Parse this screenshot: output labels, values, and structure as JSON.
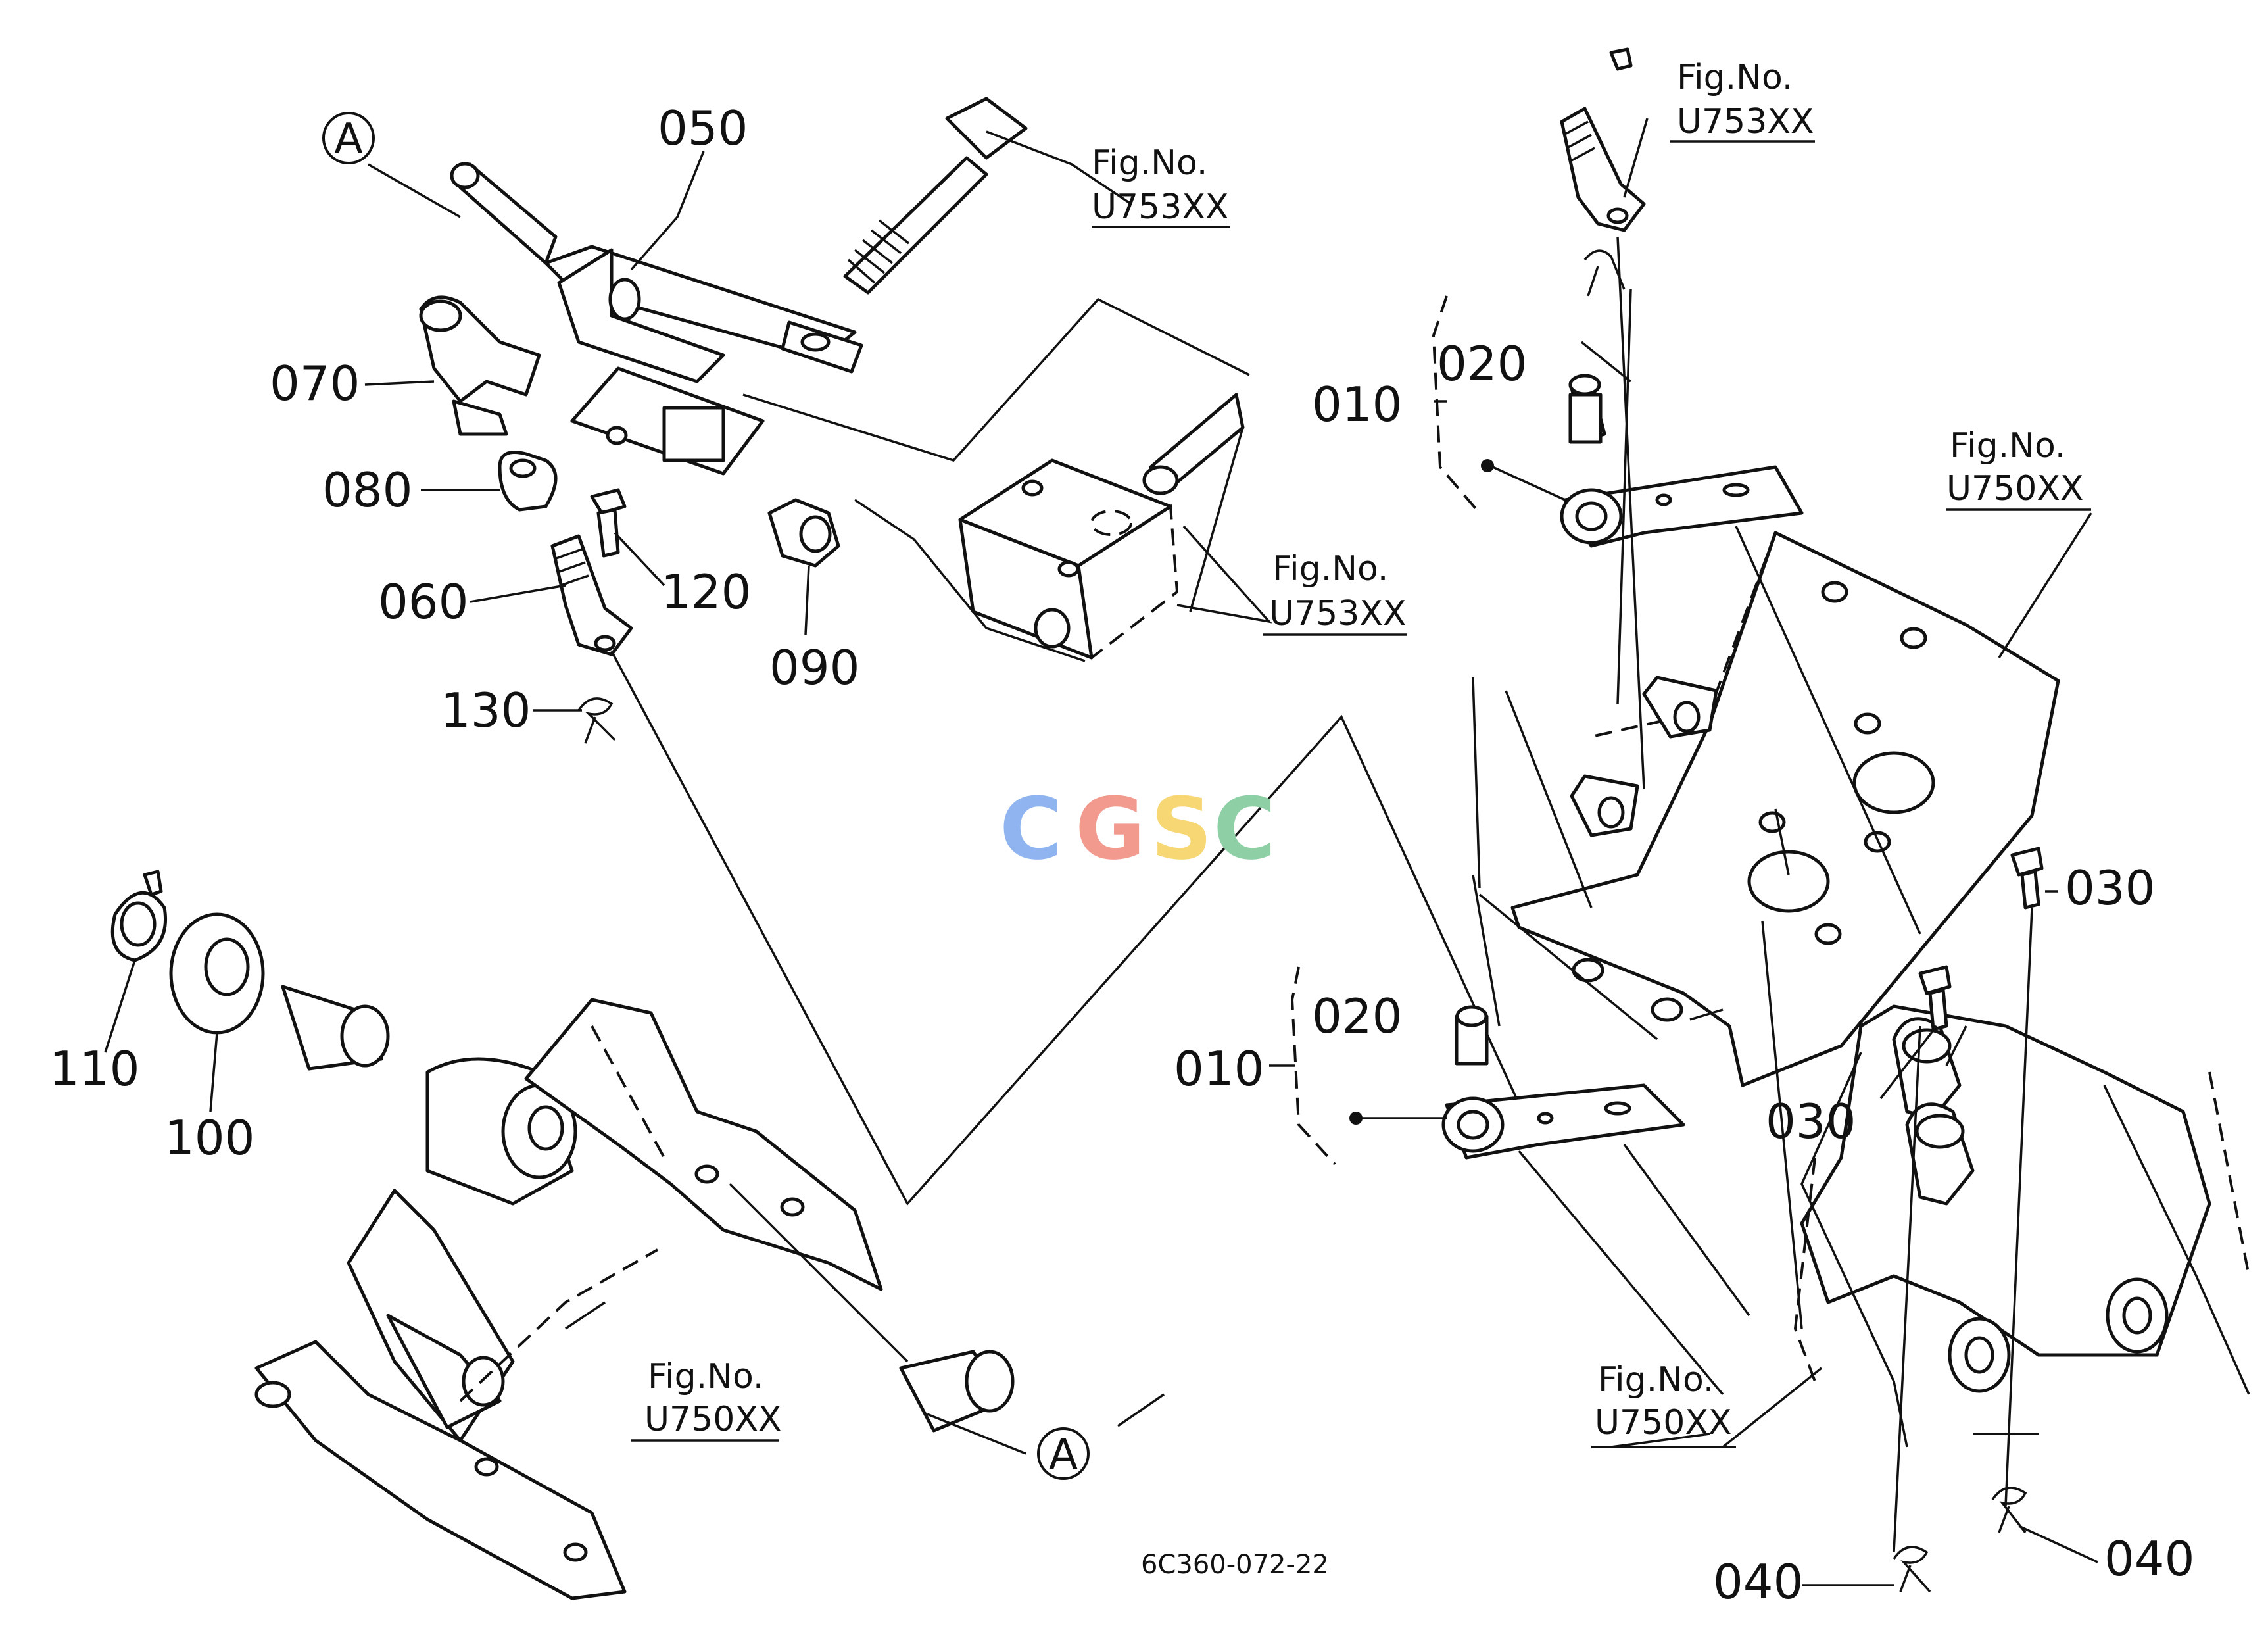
{
  "diagram": {
    "drawing_code": "6C360-072-22",
    "watermark": {
      "letters": [
        "C",
        "G",
        "S",
        "C"
      ],
      "colors": [
        "#8fb4ef",
        "#f29a8e",
        "#f7d774",
        "#8fcfa6"
      ]
    },
    "callouts": {
      "p050": "050",
      "p070": "070",
      "p080": "080",
      "p060": "060",
      "p120": "120",
      "p090": "090",
      "p130": "130",
      "p110": "110",
      "p100": "100",
      "p010a": "010",
      "p020a": "020",
      "p010b": "010",
      "p020b": "020",
      "p030a": "030",
      "p030b": "030",
      "p040a": "040",
      "p040b": "040"
    },
    "circle_marker": "A",
    "fig_refs": {
      "prefix": "Fig.No.",
      "r1": "U753XX",
      "r2": "U753XX",
      "r3": "U753XX",
      "r4": "U750XX",
      "r5": "U750XX",
      "r6": "U750XX"
    }
  }
}
